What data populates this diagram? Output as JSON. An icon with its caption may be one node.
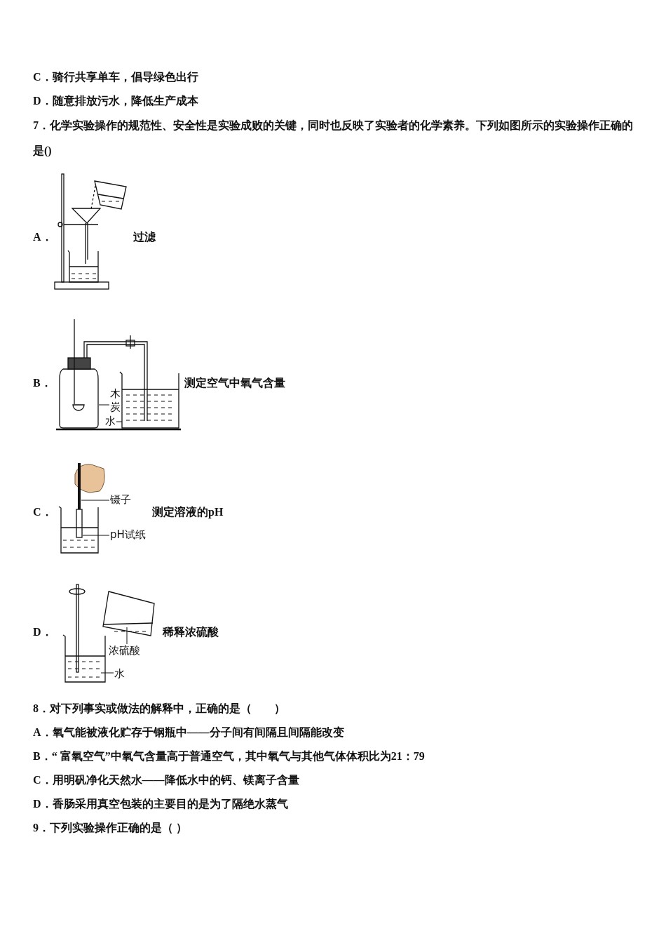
{
  "diagram": {
    "nodes": [
      {
        "text": [
          "木炭"
        ]
      },
      {
        "text": [
          "水"
        ]
      },
      {
        "text": [
          "镊子"
        ]
      },
      {
        "text": [
          "pH试纸"
        ]
      },
      {
        "text": [
          "浓硫酸"
        ]
      },
      {
        "text": [
          "水"
        ]
      }
    ],
    "edges": [
      {
        "from": 0,
        "to": null,
        "arrow": "none"
      },
      {
        "from": 1,
        "to": null,
        "arrow": "none"
      },
      {
        "from": 2,
        "to": null,
        "arrow": "none"
      },
      {
        "from": 3,
        "to": null,
        "arrow": "none"
      },
      {
        "from": 4,
        "to": null,
        "arrow": "none"
      },
      {
        "from": 5,
        "to": null,
        "arrow": "none"
      }
    ],
    "labels": [
      "C．骑行共享单车，倡导绿色出行",
      "D．随意排放污水，降低生产成本",
      "7．化学实验操作的规范性、安全性是实验成败的关键，同时也反映了实验者的化学素养。下列如图所示的实验操作正确的是()",
      "A．",
      "过滤",
      "B．",
      "测定空气中氧气含量",
      "C．",
      "测定溶液的pH",
      "D．",
      "稀释浓硫酸",
      "8．对下列事实或做法的解释中，正确的是（　　）",
      "A．氧气能被液化贮存于钢瓶中——分子间有间隔且间隔能改变",
      "B．“ 富氧空气”中氧气含量高于普通空气，其中氧气与其他气体体积比为21：79",
      "C．用明矾净化天然水——降低水中的钙、镁离子含量",
      "D．香肠采用真空包装的主要目的是为了隔绝水蒸气",
      "9．下列实验操作正确的是（ ）"
    ]
  }
}
